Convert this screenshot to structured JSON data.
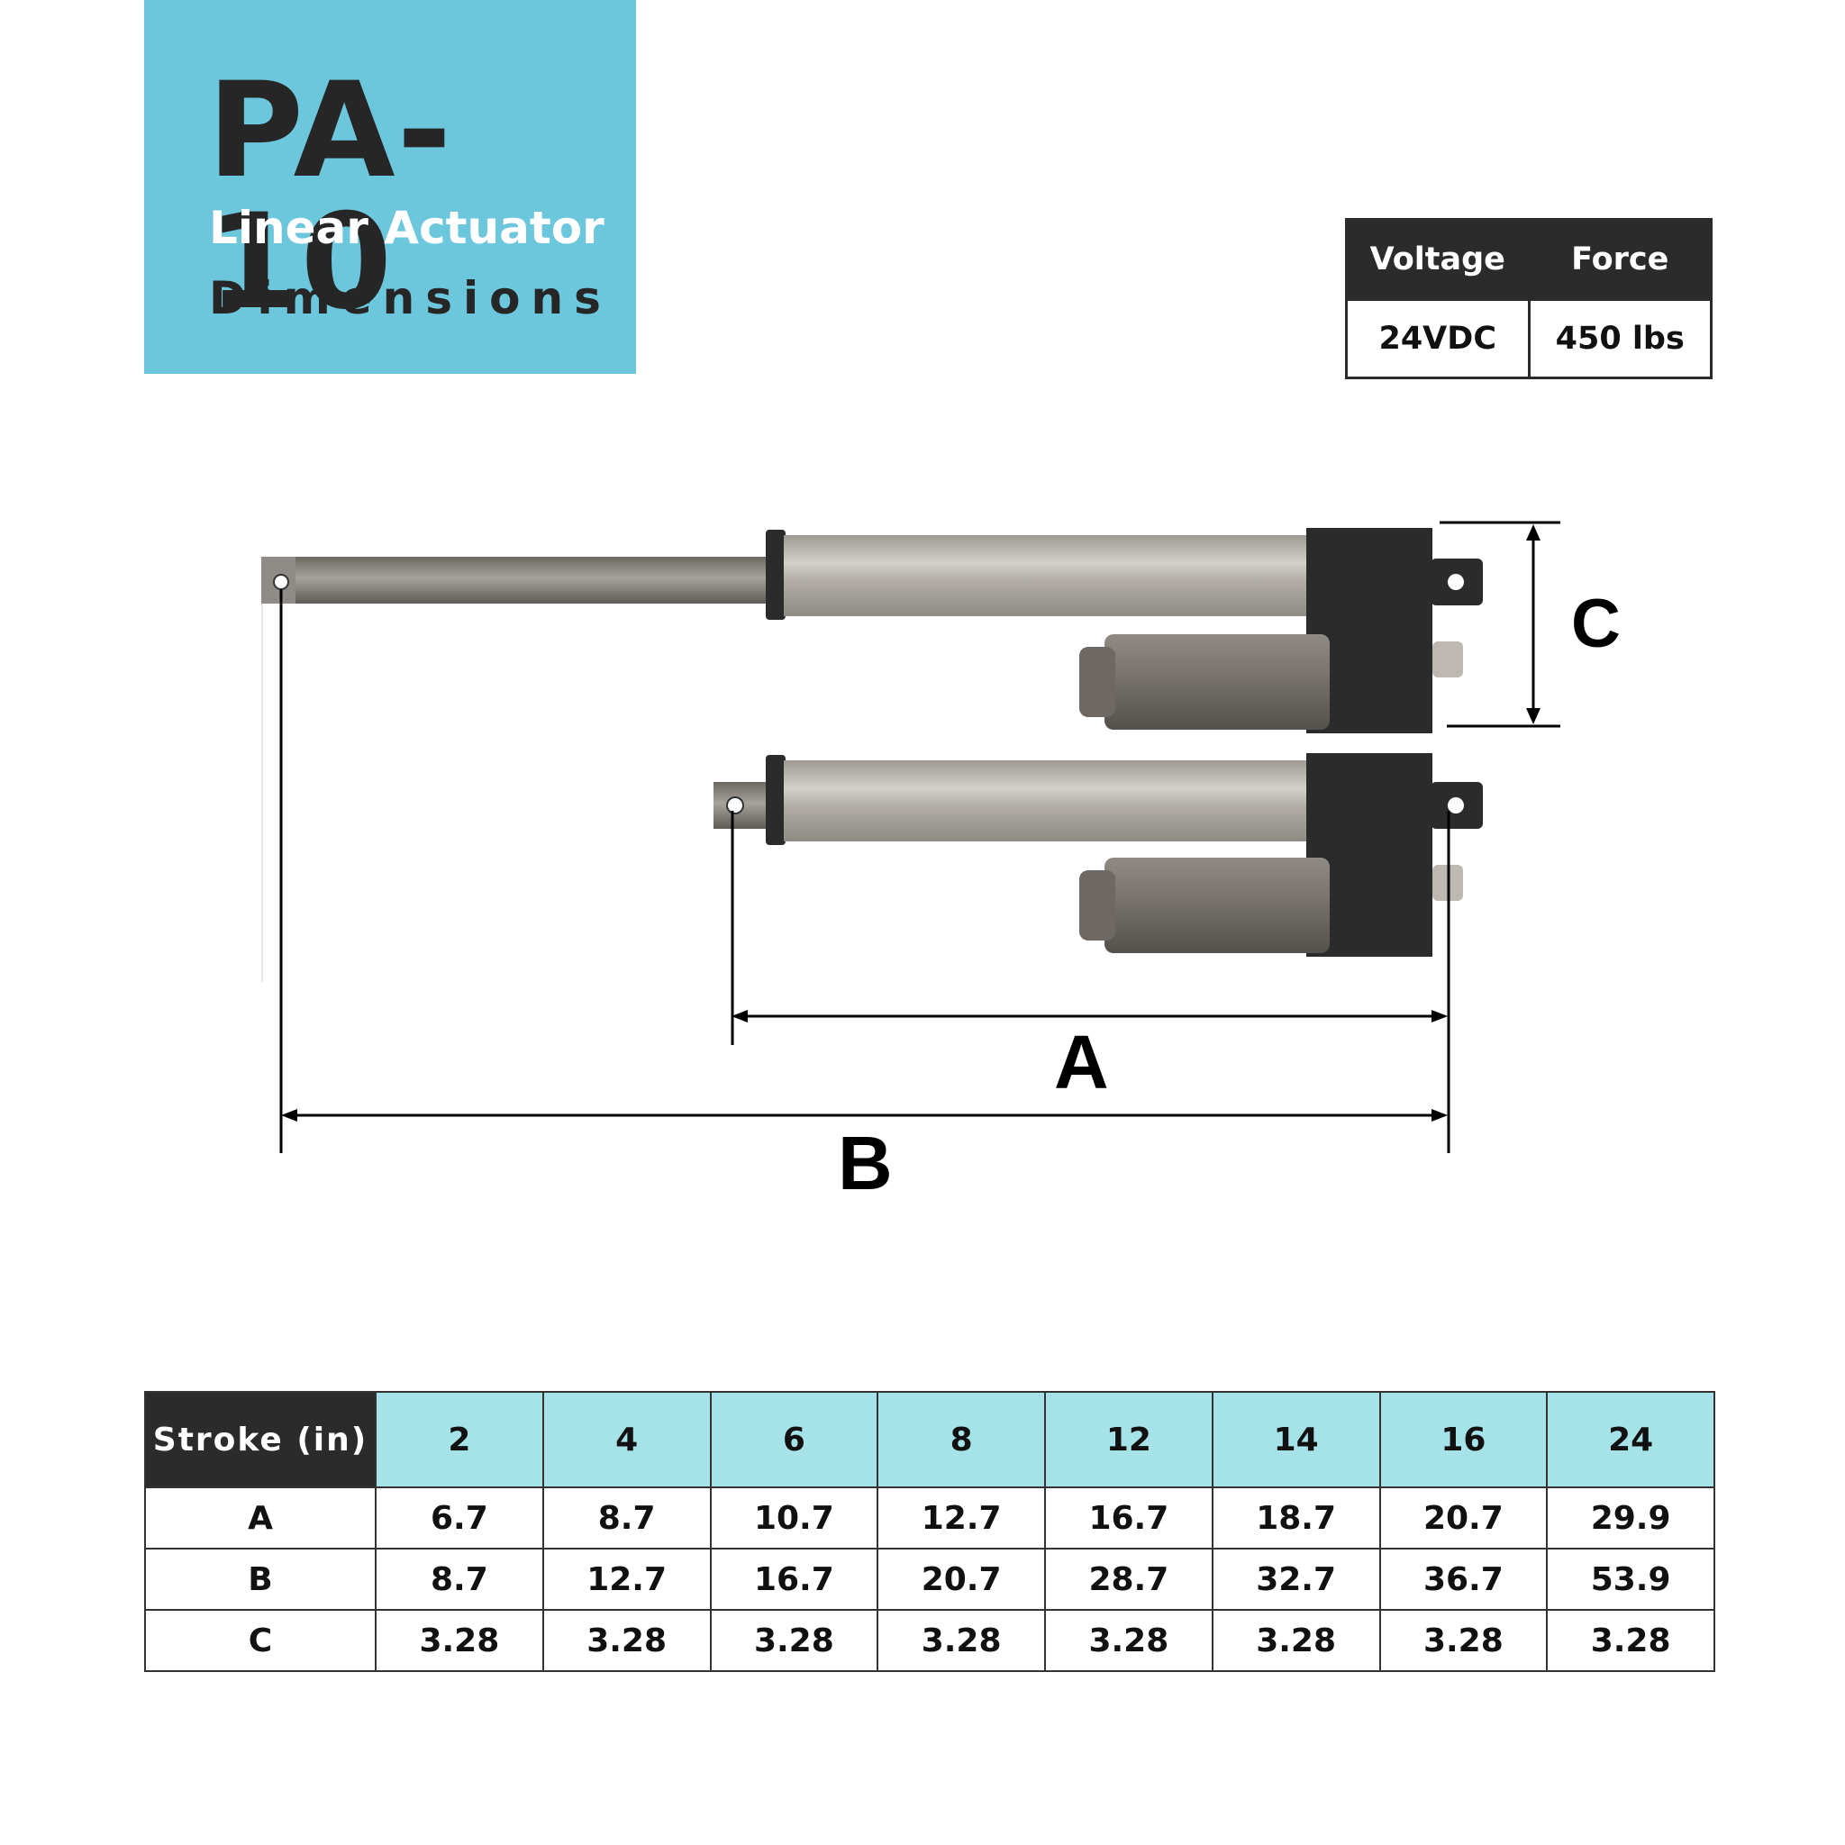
{
  "header": {
    "model": "PA-10",
    "subtitle": "Linear Actuator",
    "section": "Dimensions"
  },
  "specs": {
    "headers": [
      "Voltage",
      "Force"
    ],
    "values": [
      "24VDC",
      "450 lbs"
    ]
  },
  "diagram": {
    "labels": {
      "a": "A",
      "b": "B",
      "c": "C"
    },
    "colors": {
      "body": "#2b2b2b",
      "tube": "#b9b6ae",
      "rod": "#8a857f",
      "motor": "#6f6a65",
      "line": "#000000"
    }
  },
  "dimensions_table": {
    "corner": "Stroke (in)",
    "strokes": [
      "2",
      "4",
      "6",
      "8",
      "12",
      "14",
      "16",
      "24"
    ],
    "rows": [
      {
        "label": "A",
        "values": [
          "6.7",
          "8.7",
          "10.7",
          "12.7",
          "16.7",
          "18.7",
          "20.7",
          "29.9"
        ]
      },
      {
        "label": "B",
        "values": [
          "8.7",
          "12.7",
          "16.7",
          "20.7",
          "28.7",
          "32.7",
          "36.7",
          "53.9"
        ]
      },
      {
        "label": "C",
        "values": [
          "3.28",
          "3.28",
          "3.28",
          "3.28",
          "3.28",
          "3.28",
          "3.28",
          "3.28"
        ]
      }
    ]
  }
}
